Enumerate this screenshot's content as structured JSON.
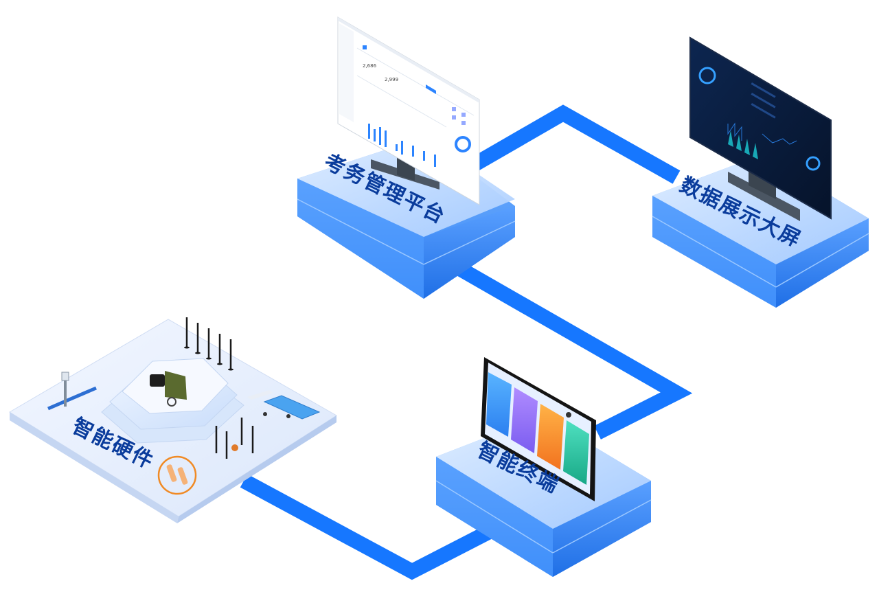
{
  "nodes": {
    "exam_platform": {
      "label": "考务管理平台"
    },
    "data_screen": {
      "label": "数据展示大屏"
    },
    "smart_terminal": {
      "label": "智能终端"
    },
    "smart_hardware": {
      "label": "智能硬件"
    }
  },
  "colors": {
    "connector": "#1677ff",
    "block_top": "#cfe4ff",
    "block_side": "#5aa2ff",
    "label": "#0a3c9c",
    "dashboard_bg": "#0b1d3a",
    "accent_orange": "#f08a24"
  },
  "icons": {
    "monitor_left": "monitor-icon",
    "monitor_right": "monitor-icon",
    "tablet": "tablet-icon",
    "hardware": "sensor-pole-icon"
  }
}
